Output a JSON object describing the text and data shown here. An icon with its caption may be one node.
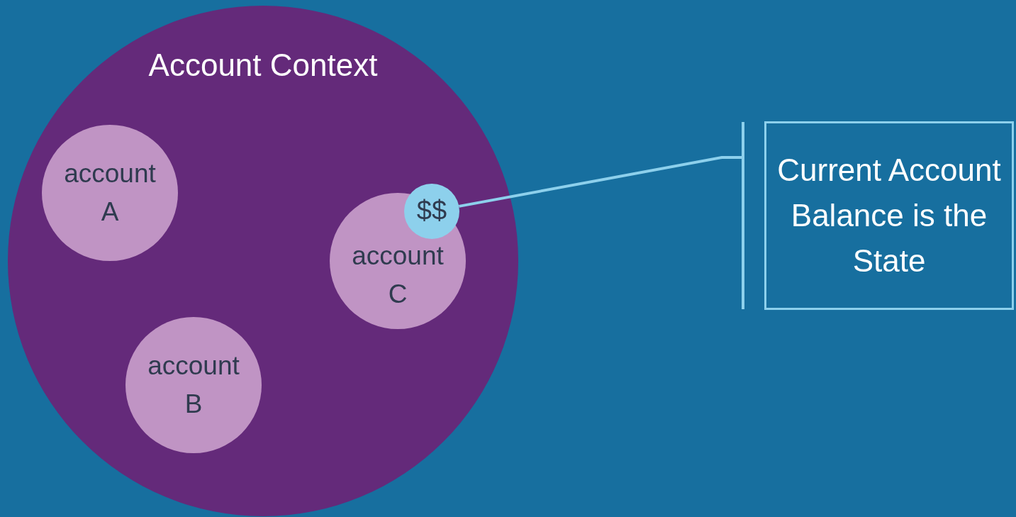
{
  "diagram": {
    "nodes": [
      {
        "text": [
          "Account Context"
        ]
      },
      {
        "text": [
          "account A"
        ],
        "in": 0
      },
      {
        "text": [
          "$$"
        ],
        "in": 0
      },
      {
        "text": [
          "account C"
        ],
        "in": 0
      },
      {
        "text": [
          "account B"
        ],
        "in": 0
      },
      {
        "text": [
          "Current Account Balance is the State"
        ]
      }
    ],
    "edges": [
      {
        "from": 2,
        "to": 5,
        "arrow": "other"
      }
    ]
  }
}
